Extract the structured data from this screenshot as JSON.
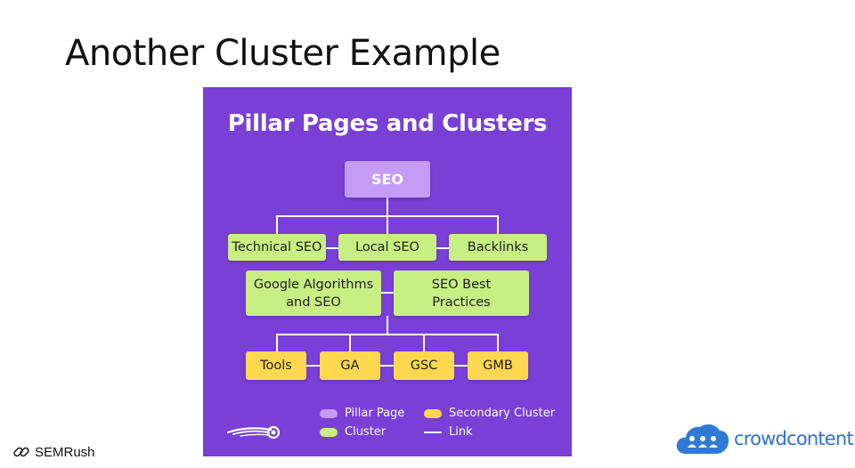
{
  "slide": {
    "title": "Another Cluster Example"
  },
  "diagram": {
    "title": "Pillar Pages and Clusters",
    "pillar": "SEO",
    "clusters": [
      "Technical SEO",
      "Local SEO",
      "Backlinks"
    ],
    "sub_clusters": [
      {
        "line1": "Google Algorithms",
        "line2": "and SEO"
      },
      {
        "line1": "SEO Best",
        "line2": "Practices"
      }
    ],
    "secondary": [
      "Tools",
      "GA",
      "GSC",
      "GMB"
    ],
    "legend": {
      "pillar_page": "Pillar Page",
      "secondary_cluster": "Secondary Cluster",
      "cluster": "Cluster",
      "link": "Link"
    },
    "colors": {
      "background": "#7a3fd6",
      "pillar": "#c69bf6",
      "cluster": "#c8ef84",
      "secondary": "#ffd84f"
    }
  },
  "footer": {
    "credit": "SEMRush",
    "credit_icon": "link-icon",
    "brand": "crowdcontent",
    "brand_icon": "cloud-people-icon"
  }
}
